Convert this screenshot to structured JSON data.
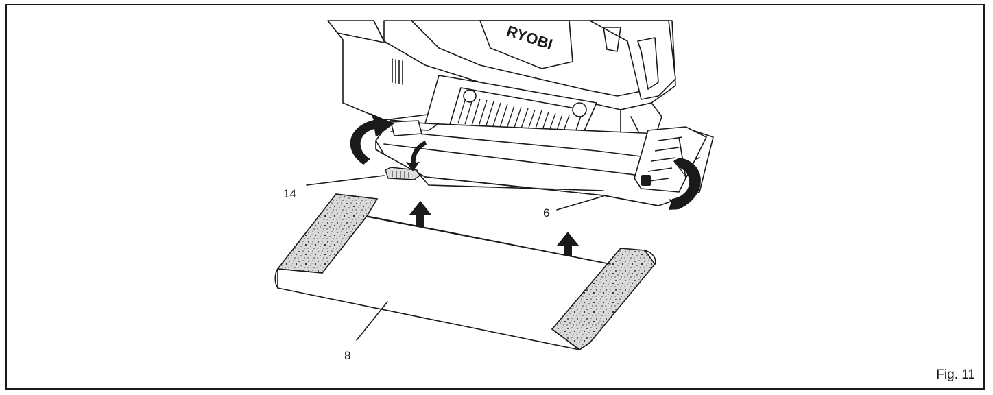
{
  "figure": {
    "label": "Fig. 11",
    "brand": "RYOBI",
    "callouts": [
      {
        "id": "14",
        "text": "14"
      },
      {
        "id": "6",
        "text": "6"
      },
      {
        "id": "8",
        "text": "8"
      }
    ]
  },
  "colors": {
    "ink": "#1a1a1a",
    "paper": "#ffffff",
    "abrasive": "#cfcfcf"
  }
}
